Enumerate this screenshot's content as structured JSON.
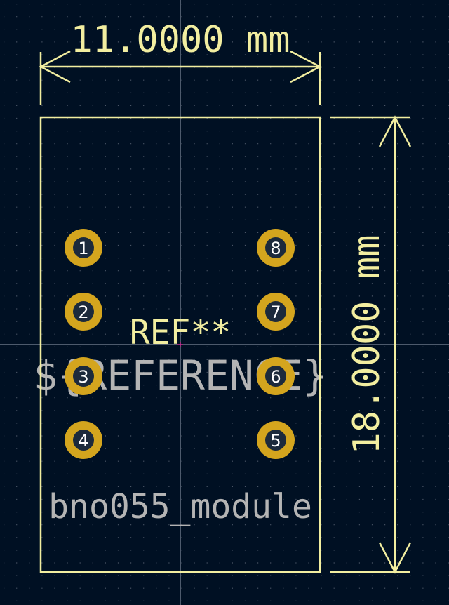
{
  "canvas": {
    "background": "#001023",
    "grid_color": "#4a5566",
    "crosshair_color": "#9aa4b4",
    "silk_color": "#f2eea0",
    "fab_color": "#b4b4b4",
    "pad_color": "#d4a51e",
    "pad_hole_color": "#1c2a3c"
  },
  "dimensions": {
    "width_label": "11.0000 mm",
    "height_label": "18.0000 mm"
  },
  "footprint": {
    "reference": "REF**",
    "reference_field": "${REFERENCE}",
    "value": "bno055_module"
  },
  "pads": [
    {
      "number": "1"
    },
    {
      "number": "2"
    },
    {
      "number": "3"
    },
    {
      "number": "4"
    },
    {
      "number": "5"
    },
    {
      "number": "6"
    },
    {
      "number": "7"
    },
    {
      "number": "8"
    }
  ]
}
